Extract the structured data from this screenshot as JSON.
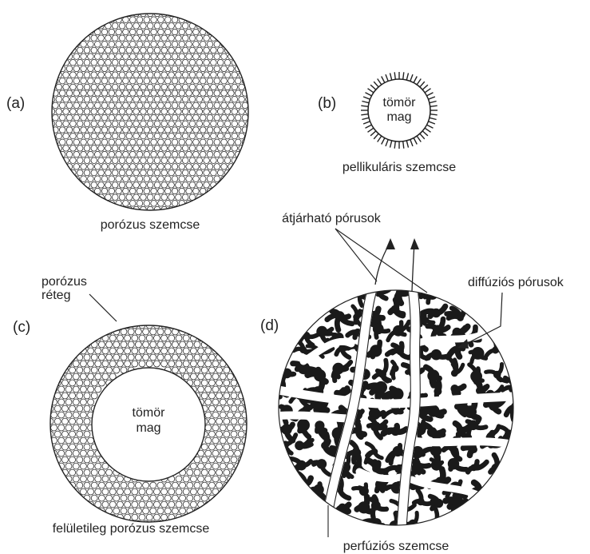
{
  "panels": {
    "a": {
      "letter": "(a)",
      "caption": "porózus szemcse"
    },
    "b": {
      "letter": "(b)",
      "caption": "pellikuláris szemcse",
      "core_line1": "tömör",
      "core_line2": "mag"
    },
    "c": {
      "letter": "(c)",
      "caption": "felületileg porózus szemcse",
      "layer_line1": "porózus",
      "layer_line2": "réteg",
      "core_line1": "tömör",
      "core_line2": "mag"
    },
    "d": {
      "letter": "(d)",
      "caption": "perfúziós szemcse",
      "through_pores": "átjárható pórusok",
      "diffusion_pores": "diffúziós pórusok"
    }
  },
  "colors": {
    "ink": "#222222",
    "background": "#ffffff",
    "dark_fill": "#1a1a1a"
  }
}
